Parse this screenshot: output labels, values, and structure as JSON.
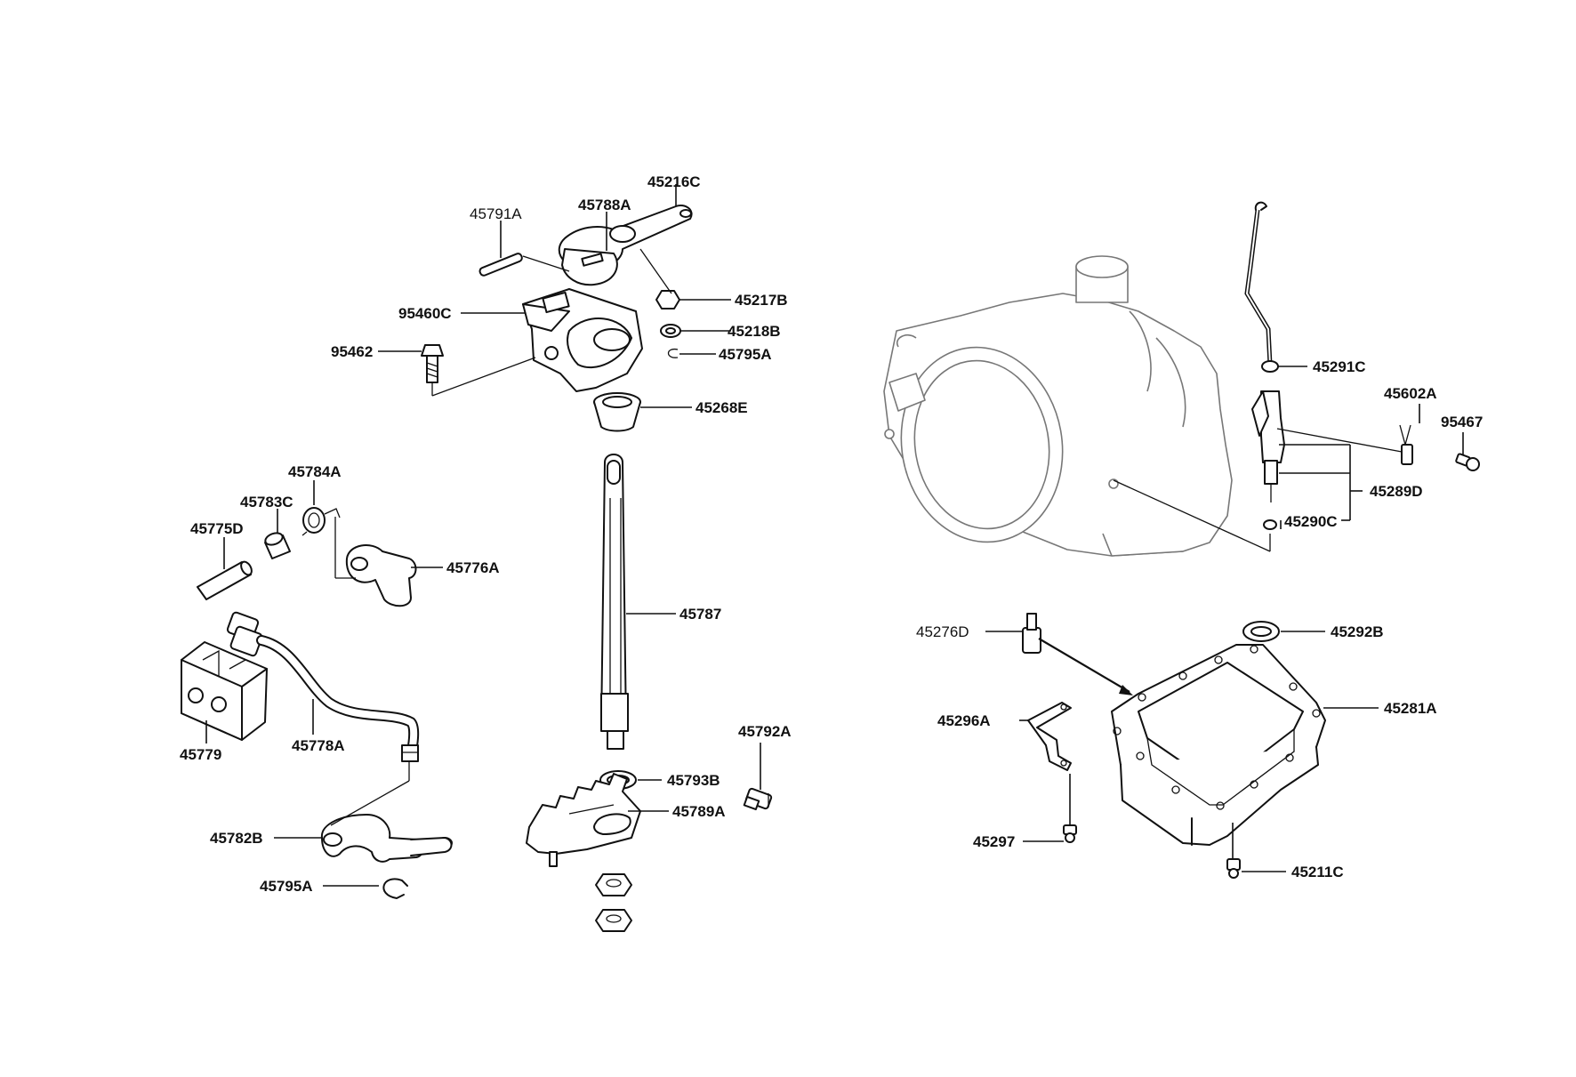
{
  "diagram": {
    "parts": {
      "p45216C": "45216C",
      "p45788A": "45788A",
      "p45791A": "45791A",
      "p45217B": "45217B",
      "p95460C": "95460C",
      "p45218B": "45218B",
      "p95462": "95462",
      "p45795A_top": "45795A",
      "p45268E": "45268E",
      "p45784A": "45784A",
      "p45783C": "45783C",
      "p45775D": "45775D",
      "p45776A": "45776A",
      "p45787": "45787",
      "p45779": "45779",
      "p45778A": "45778A",
      "p45792A": "45792A",
      "p45793B": "45793B",
      "p45789A": "45789A",
      "p45782B": "45782B",
      "p45795A_bottom": "45795A",
      "p45291C": "45291C",
      "p45602A": "45602A",
      "p95467": "95467",
      "p45289D": "45289D",
      "p45290C": "45290C",
      "p45276D": "45276D",
      "p45292B": "45292B",
      "p45296A": "45296A",
      "p45281A": "45281A",
      "p45297": "45297",
      "p45211C": "45211C"
    }
  }
}
